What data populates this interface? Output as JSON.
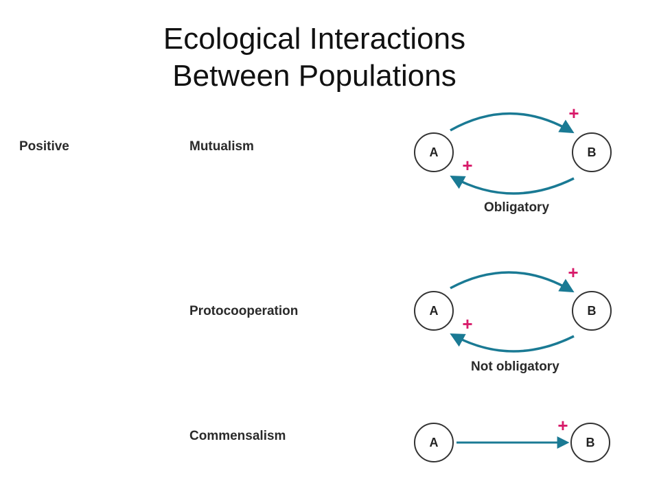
{
  "title": {
    "line1": "Ecological Interactions",
    "line2": "Between Populations"
  },
  "category": "Positive",
  "colors": {
    "arrow": "#1a7a94",
    "plus": "#d81b6a",
    "node_stroke": "#333333"
  },
  "interactions": [
    {
      "name": "Mutualism",
      "node_a": "A",
      "node_b": "B",
      "effect_on_b": "+",
      "effect_on_a": "+",
      "note": "Obligatory"
    },
    {
      "name": "Protocooperation",
      "node_a": "A",
      "node_b": "B",
      "effect_on_b": "+",
      "effect_on_a": "+",
      "note": "Not obligatory"
    },
    {
      "name": "Commensalism",
      "node_a": "A",
      "node_b": "B",
      "effect_on_b": "+"
    }
  ]
}
